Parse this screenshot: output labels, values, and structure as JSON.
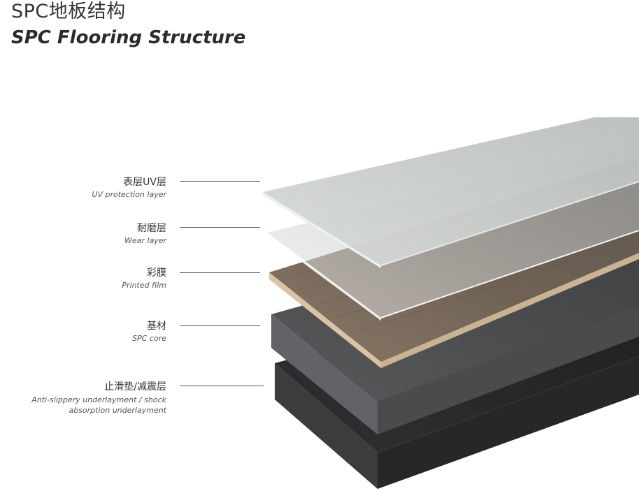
{
  "title": {
    "zh": "SPC地板结构",
    "en": "SPC Flooring Structure"
  },
  "layers": [
    {
      "zh": "表层UV层",
      "en": "UV protection layer"
    },
    {
      "zh": "耐磨层",
      "en": "Wear layer"
    },
    {
      "zh": "彩膜",
      "en": "Printed film"
    },
    {
      "zh": "基材",
      "en": "SPC core"
    },
    {
      "zh": "止滑垫/减震层",
      "en": "Anti-slippery underlayment / shock absorption underlayment"
    }
  ],
  "colors": {
    "uv_layer": "#c9ccca",
    "wear_layer": "#d2d5d3",
    "printed_film": "#7d6e5e",
    "printed_film_edge": "#d9c4a5",
    "spc_core_top": "#4d4e50",
    "spc_core_side": "#5e5f61",
    "underlayment_top": "#2a2b2d",
    "underlayment_side": "#3a3b3d"
  }
}
